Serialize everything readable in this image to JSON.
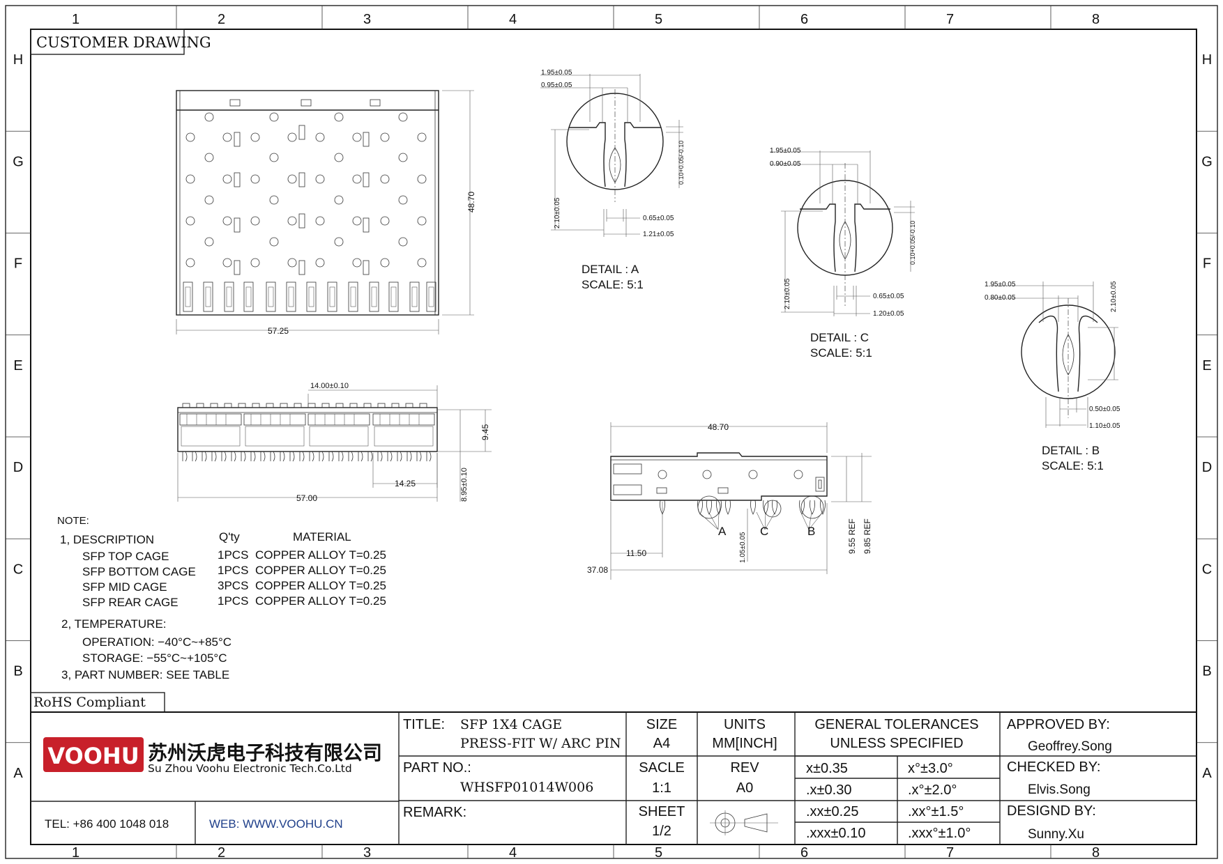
{
  "frame": {
    "columns": [
      "1",
      "2",
      "3",
      "4",
      "5",
      "6",
      "7",
      "8"
    ],
    "rows": [
      "H",
      "G",
      "F",
      "E",
      "D",
      "C",
      "B",
      "A"
    ]
  },
  "header": {
    "title": "CUSTOMER DRAWING"
  },
  "top_view": {
    "width_dim": "57.25",
    "height_dim": "48.70"
  },
  "front_view": {
    "pitch_dim": "14.00±0.10",
    "height_dim": "9.45",
    "lower_height_dim": "8.95±0.10",
    "port_width_dim": "14.25",
    "overall_width_dim": "57.00"
  },
  "side_view": {
    "length_dim": "48.70",
    "offset_dim": "11.50",
    "overall_dim": "37.08",
    "pin_dim": "1.05±0.05",
    "ref1": "9.55 REF",
    "ref2": "9.85 REF",
    "callouts": [
      "A",
      "C",
      "B"
    ]
  },
  "details": [
    {
      "name": "DETAIL : A",
      "scale": "SCALE: 5:1",
      "dims": [
        "1.95±0.05",
        "0.95±0.05",
        "0.10+0.05/-0.10",
        "2.10±0.05",
        "0.65±0.05",
        "1.21±0.05"
      ]
    },
    {
      "name": "DETAIL : C",
      "scale": "SCALE: 5:1",
      "dims": [
        "1.95±0.05",
        "0.90±0.05",
        "0.10+0.05/-0.10",
        "2.10±0.05",
        "0.65±0.05",
        "1.20±0.05"
      ]
    },
    {
      "name": "DETAIL : B",
      "scale": "SCALE: 5:1",
      "dims": [
        "1.95±0.05",
        "0.80±0.05",
        "2.10±0.05",
        "0.50±0.05",
        "1.10±0.05"
      ]
    }
  ],
  "notes": {
    "heading": "NOTE:",
    "item1": "1, DESCRIPTION",
    "qty_header": "Q'ty",
    "material_header": "MATERIAL",
    "parts": [
      {
        "name": "SFP TOP CAGE",
        "qty": "1PCS",
        "material": "COPPER ALLOY T=0.25"
      },
      {
        "name": "SFP BOTTOM CAGE",
        "qty": "1PCS",
        "material": "COPPER ALLOY T=0.25"
      },
      {
        "name": "SFP MID CAGE",
        "qty": "3PCS",
        "material": "COPPER ALLOY T=0.25"
      },
      {
        "name": "SFP REAR CAGE",
        "qty": "1PCS",
        "material": "COPPER ALLOY T=0.25"
      }
    ],
    "item2": "2, TEMPERATURE:",
    "operation": "OPERATION: −40°C~+85°C",
    "storage": "STORAGE: −55°C~+105°C",
    "item3": "3, PART NUMBER: SEE TABLE"
  },
  "rohs": "RoHS Compliant",
  "company": {
    "logo": "VOOHU",
    "name_cn": "苏州沃虎电子科技有限公司",
    "name_en": "Su Zhou Voohu Electronic Tech.Co.Ltd",
    "tel": "TEL: +86 400 1048 018",
    "web": "WEB: WWW.VOOHU.CN"
  },
  "title_block": {
    "title_label": "TITLE:",
    "title_line1": "SFP 1X4 CAGE",
    "title_line2": "PRESS-FIT W/ ARC PIN",
    "part_label": "PART NO.:",
    "part_value": "WHSFP01014W006",
    "remark_label": "REMARK:",
    "size_label": "SIZE",
    "size_value": "A4",
    "units_label": "UNITS",
    "units_value": "MM[INCH]",
    "scale_label": "SACLE",
    "scale_value": "1:1",
    "rev_label": "REV",
    "rev_value": "A0",
    "sheet_label": "SHEET",
    "sheet_value": "1/2",
    "tol_label1": "GENERAL TOLERANCES",
    "tol_label2": "UNLESS SPECIFIED",
    "tolerances": [
      {
        "linear": "x±0.35",
        "angular": "x°±3.0°"
      },
      {
        "linear": ".x±0.30",
        "angular": ".x°±2.0°"
      },
      {
        "linear": ".xx±0.25",
        "angular": ".xx°±1.5°"
      },
      {
        "linear": ".xxx±0.10",
        "angular": ".xxx°±1.0°"
      }
    ],
    "approved_label": "APPROVED BY:",
    "approved_value": "Geoffrey.Song",
    "checked_label": "CHECKED BY:",
    "checked_value": "Elvis.Song",
    "designed_label": "DESIGND BY:",
    "designed_value": "Sunny.Xu"
  },
  "colors": {
    "logo_red": "#c8202a",
    "web_blue": "#1f3f8a",
    "line": "#222222"
  }
}
